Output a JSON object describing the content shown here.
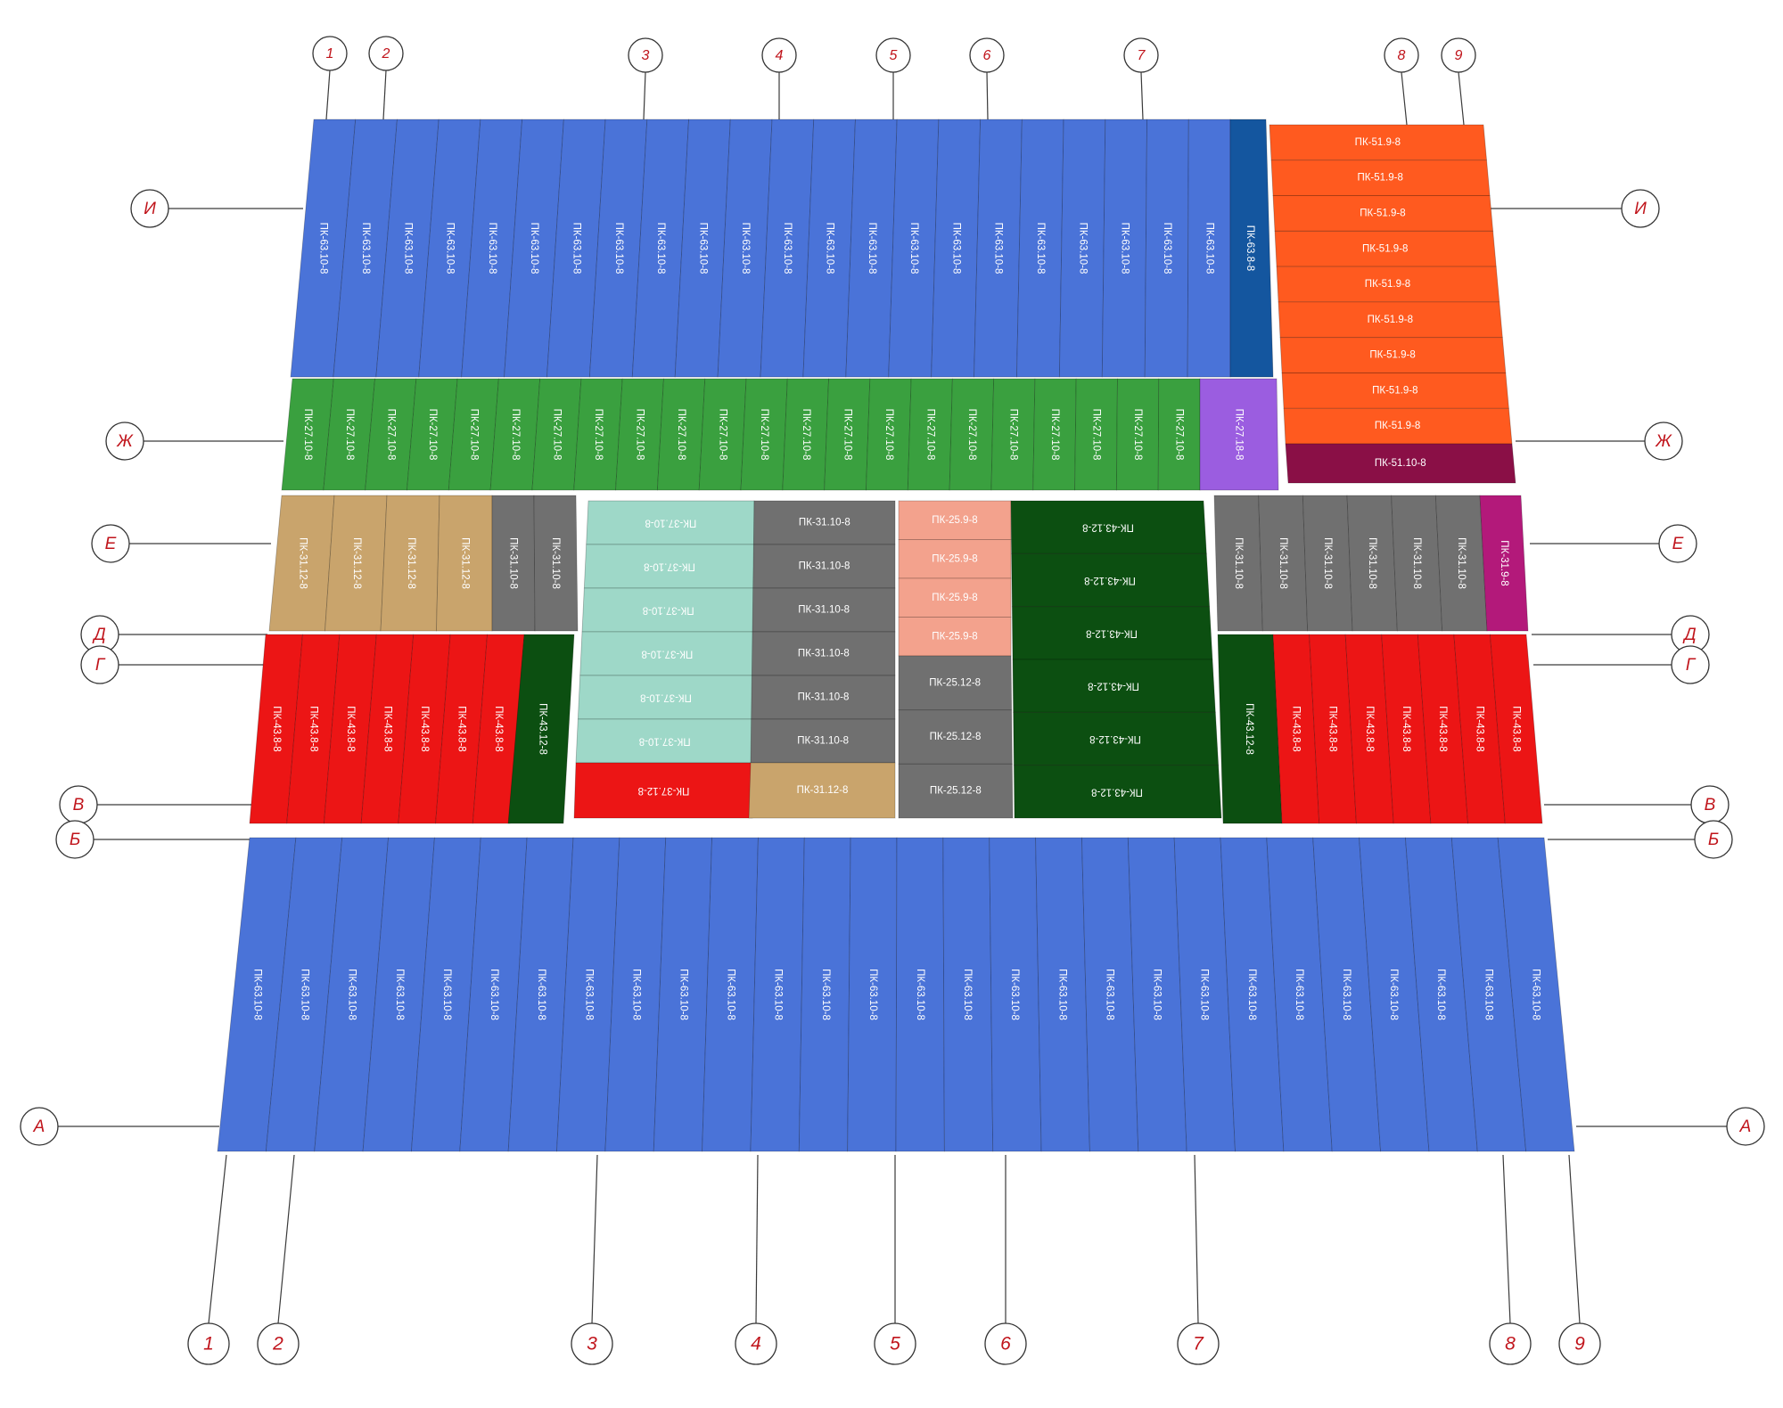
{
  "colors": {
    "blue": "#4a73d8",
    "blue_dark": "#14569f",
    "green": "#3aa03f",
    "purple": "#9b5de0",
    "orange": "#ff5a1f",
    "maroon": "#8a0f46",
    "tan": "#c9a46c",
    "gray": "#707070",
    "magenta": "#b3197a",
    "red": "#ec1515",
    "green_dark": "#0c4f11",
    "mint": "#9ed8c8",
    "salmon": "#f3a28d",
    "axis_text": "#c0141b"
  },
  "grid_axes": {
    "top_numbers": [
      "1",
      "2",
      "3",
      "4",
      "5",
      "6",
      "7",
      "8",
      "9"
    ],
    "bottom_numbers": [
      "1",
      "2",
      "3",
      "4",
      "5",
      "6",
      "7",
      "8",
      "9"
    ],
    "rows_left": [
      "И",
      "Ж",
      "Е",
      "Д",
      "Г",
      "В",
      "Б",
      "А"
    ],
    "rows_right": [
      "И",
      "Ж",
      "Е",
      "Д",
      "Г",
      "В",
      "Б",
      "А"
    ]
  },
  "zones": [
    {
      "id": "top-blue",
      "label": "ПК-63.10-8",
      "count": 22,
      "color": "blue",
      "orientation": "vertical",
      "text_color": "#ffffff"
    },
    {
      "id": "top-blue-end",
      "label": "ПК-63.8-8",
      "count": 1,
      "color": "blue_dark",
      "orientation": "vertical",
      "text_color": "#ffffff"
    },
    {
      "id": "upper-right-orange",
      "label": "ПК-51.9-8",
      "count": 9,
      "color": "orange",
      "orientation": "horizontal",
      "text_color": "#ffffff"
    },
    {
      "id": "upper-right-maroon",
      "label": "ПК-51.10-8",
      "count": 1,
      "color": "maroon",
      "orientation": "horizontal",
      "text_color": "#ffffff"
    },
    {
      "id": "green-row",
      "label": "ПК-27.10-8",
      "count": 22,
      "color": "green",
      "orientation": "vertical",
      "text_color": "#ffffff"
    },
    {
      "id": "green-row-end",
      "label": "ПК-27.18-8",
      "count": 1,
      "color": "purple",
      "orientation": "vertical",
      "text_color": "#ffffff"
    },
    {
      "id": "e-tan",
      "label": "ПК-31.12-8",
      "count": 4,
      "color": "tan",
      "orientation": "vertical",
      "text_color": "#ffffff"
    },
    {
      "id": "e-gray-left",
      "label": "ПК-31.10-8",
      "count": 2,
      "color": "gray",
      "orientation": "vertical",
      "text_color": "#ffffff"
    },
    {
      "id": "e-gray-right",
      "label": "ПК-31.10-8",
      "count": 6,
      "color": "gray",
      "orientation": "vertical",
      "text_color": "#ffffff"
    },
    {
      "id": "e-magenta",
      "label": "ПК-31.9-8",
      "count": 1,
      "color": "magenta",
      "orientation": "vertical",
      "text_color": "#ffffff"
    },
    {
      "id": "mint-column",
      "label": "ПК-37.10-8",
      "count": 6,
      "color": "mint",
      "orientation": "horizontal",
      "text_color": "#ffffff",
      "flipped": true
    },
    {
      "id": "mint-column-end",
      "label": "ПК-37.12-8",
      "count": 1,
      "color": "red",
      "orientation": "horizontal",
      "text_color": "#ffffff",
      "flipped": true
    },
    {
      "id": "gray-column",
      "label": "ПК-31.10-8",
      "count": 6,
      "color": "gray",
      "orientation": "horizontal",
      "text_color": "#ffffff"
    },
    {
      "id": "gray-column-end",
      "label": "ПК-31.12-8",
      "count": 1,
      "color": "tan",
      "orientation": "horizontal",
      "text_color": "#ffffff"
    },
    {
      "id": "salmon-column",
      "label": "ПК-25.9-8",
      "count": 4,
      "color": "salmon",
      "orientation": "horizontal",
      "text_color": "#ffffff"
    },
    {
      "id": "salmon-column-end",
      "label": "ПК-25.12-8",
      "count": 3,
      "color": "gray",
      "orientation": "horizontal",
      "text_color": "#ffffff"
    },
    {
      "id": "dark-green-column",
      "label": "ПК-43.12-8",
      "count": 6,
      "color": "green_dark",
      "orientation": "horizontal",
      "text_color": "#ffffff",
      "flipped": true
    },
    {
      "id": "red-left",
      "label": "ПК-43.8-8",
      "count": 7,
      "color": "red",
      "orientation": "vertical",
      "text_color": "#ffffff"
    },
    {
      "id": "red-left-end",
      "label": "ПК-43.12-8",
      "count": 1,
      "color": "green_dark",
      "orientation": "vertical",
      "text_color": "#ffffff"
    },
    {
      "id": "red-right-start",
      "label": "ПК-43.12-8",
      "count": 1,
      "color": "green_dark",
      "orientation": "vertical",
      "text_color": "#ffffff"
    },
    {
      "id": "red-right",
      "label": "ПК-43.8-8",
      "count": 7,
      "color": "red",
      "orientation": "vertical",
      "text_color": "#ffffff"
    },
    {
      "id": "bottom-blue",
      "label": "ПК-63.10-8",
      "count": 28,
      "color": "blue",
      "orientation": "vertical",
      "text_color": "#ffffff"
    }
  ]
}
